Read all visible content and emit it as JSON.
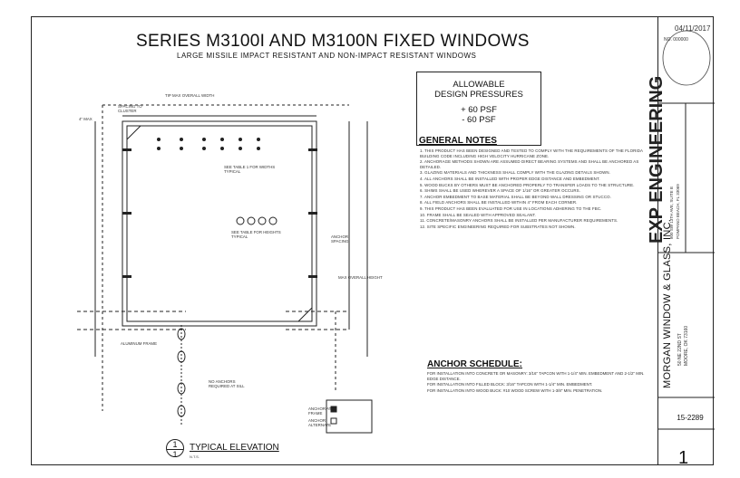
{
  "header": {
    "title": "SERIES M3100I AND M3100N FIXED WINDOWS",
    "subtitle": "LARGE MISSILE IMPACT RESISTANT AND NON-IMPACT RESISTANT WINDOWS"
  },
  "pressures": {
    "heading_line1": "ALLOWABLE",
    "heading_line2": "DESIGN PRESSURES",
    "positive": "+ 60 PSF",
    "negative": "- 60 PSF"
  },
  "general_notes": {
    "title": "GENERAL NOTES",
    "items": [
      "1. THIS PRODUCT HAS BEEN DESIGNED AND TESTED TO COMPLY WITH THE REQUIREMENTS OF THE FLORIDA BUILDING CODE INCLUDING HIGH VELOCITY HURRICANE ZONE.",
      "2. ANCHORAGE METHODS SHOWN ARE ASSUMED DIRECT BEARING SYSTEMS AND SHALL BE ANCHORED AS DETAILED.",
      "3. GLAZING MATERIALS AND THICKNESS SHALL COMPLY WITH THE GLAZING DETAILS SHOWN.",
      "4. ALL ANCHORS SHALL BE INSTALLED WITH PROPER EDGE DISTANCE AND EMBEDMENT.",
      "5. WOOD BUCKS BY OTHERS MUST BE ANCHORED PROPERLY TO TRANSFER LOADS TO THE STRUCTURE.",
      "6. SHIMS SHALL BE USED WHEREVER A SPACE OF 1/16\" OR GREATER OCCURS.",
      "7. ANCHOR EMBEDMENT TO BASE MATERIAL SHALL BE BEYOND WALL DRESSING OR STUCCO.",
      "8. ALL FIELD ANCHORS SHALL BE INSTALLED WITHIN 4\" FROM EACH CORNER.",
      "9. THIS PRODUCT HAS BEEN EVALUATED FOR USE IN LOCATIONS ADHERING TO THE FBC.",
      "10. FRAME SHALL BE SEALED WITH APPROVED SEALANT.",
      "11. CONCRETE/MASONRY ANCHORS SHALL BE INSTALLED PER MANUFACTURER REQUIREMENTS.",
      "12. SITE SPECIFIC ENGINEERING REQUIRED FOR SUBSTRATES NOT SHOWN."
    ]
  },
  "anchor_schedule": {
    "title": "ANCHOR SCHEDULE:",
    "items": [
      "FOR INSTALLATION INTO CONCRETE OR MASONRY: 3/16\" TAPCON WITH 1-1/4\" MIN. EMBEDMENT AND 2-1/2\" MIN. EDGE DISTANCE.",
      "FOR INSTALLATION INTO FILLED BLOCK: 3/16\" TAPCON WITH 1-1/4\" MIN. EMBEDMENT.",
      "FOR INSTALLATION INTO WOOD BUCK: #10 WOOD SCREW WITH 1-3/8\" MIN. PENETRATION."
    ]
  },
  "elevation": {
    "number": "1",
    "sheet_ref": "1",
    "title": "TYPICAL ELEVATION",
    "scale": "N.T.S.",
    "labels": {
      "top_overall": "TIP MAX OVERALL WIDTH",
      "anchor_note": "4\" MAX",
      "spacing_top": "SPACING TO CLUSTER",
      "width_typ": "SEE TABLE 1 FOR WIDTHS TYPICAL",
      "height_typ": "SEE TABLE FOR HEIGHTS TYPICAL",
      "anchor_spacing_right": "ANCHOR SPACING",
      "max_overall_height": "MAX OVERALL HEIGHT",
      "aluminum_frame": "ALUMINUM FRAME",
      "no_anchors": "NO ANCHORS REQUIRED AT SILL",
      "legend_1": "ANCHOR AT FRAME",
      "legend_2": "ANCHOR ALTERNATE"
    }
  },
  "title_block": {
    "company": "MORGAN WINDOW & GLASS, INC.",
    "address_line1": "50 NE 22ND ST",
    "address_line2": "MOORE, OK 73160",
    "firm": "EXP ENGINEERING",
    "firm_line1": "800 SW 13TH AVE, SUITE B",
    "firm_line2": "POMPANO BEACH, FL 33069",
    "drawing_no": "15-2289",
    "sheet_number": "1",
    "stamp_text": "NO. 000000",
    "stamp_date": "04/11/2017"
  }
}
